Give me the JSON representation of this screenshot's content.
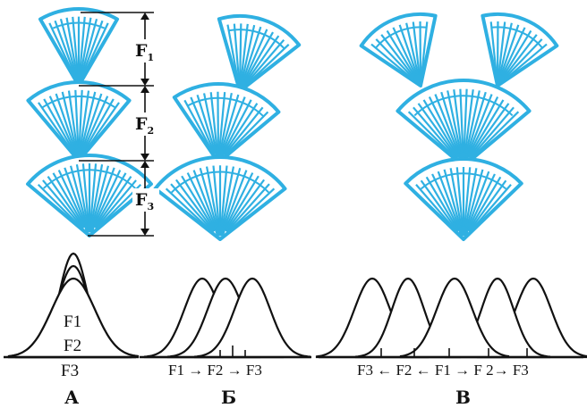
{
  "dimensions": {
    "f1": {
      "main": "F",
      "sub": "1"
    },
    "f2": {
      "main": "F",
      "sub": "2"
    },
    "f3": {
      "main": "F",
      "sub": "3"
    }
  },
  "panel_a": {
    "curve_labels": [
      "F1",
      "F2",
      "F3"
    ],
    "letter": "А"
  },
  "panel_b": {
    "sequence": "F1 → F2 → F3",
    "letter": "Б"
  },
  "panel_c": {
    "sequence": "F3 ← F2 ← F1 → F 2→ F3",
    "letter": "В"
  },
  "colors": {
    "fan": "#2fb0e2",
    "ink": "#111111"
  }
}
